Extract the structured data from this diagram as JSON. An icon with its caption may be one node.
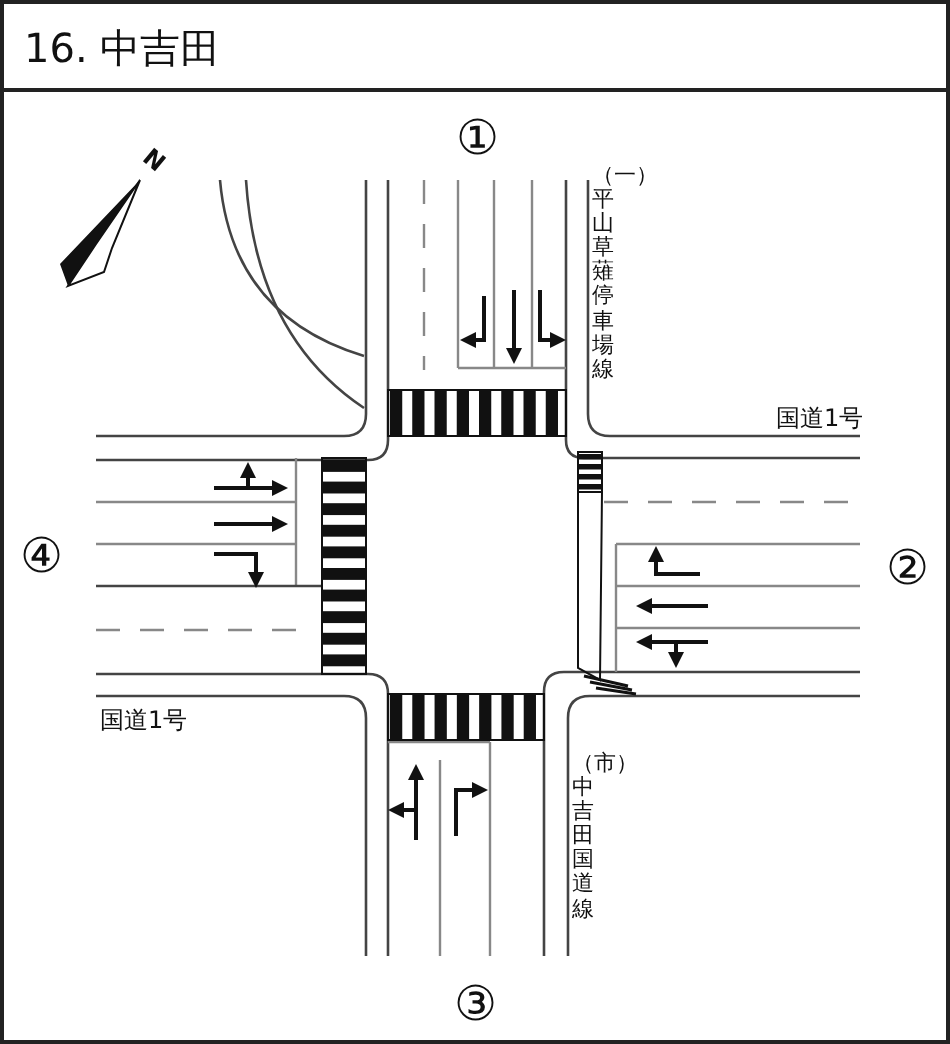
{
  "diagram": {
    "title": "16. 中吉田",
    "labels": [
      "N",
      "①",
      "（一）平山草薙停車場線",
      "国道1号",
      "④",
      "②",
      "国道1号",
      "（市）中吉田国道線",
      "③"
    ]
  }
}
